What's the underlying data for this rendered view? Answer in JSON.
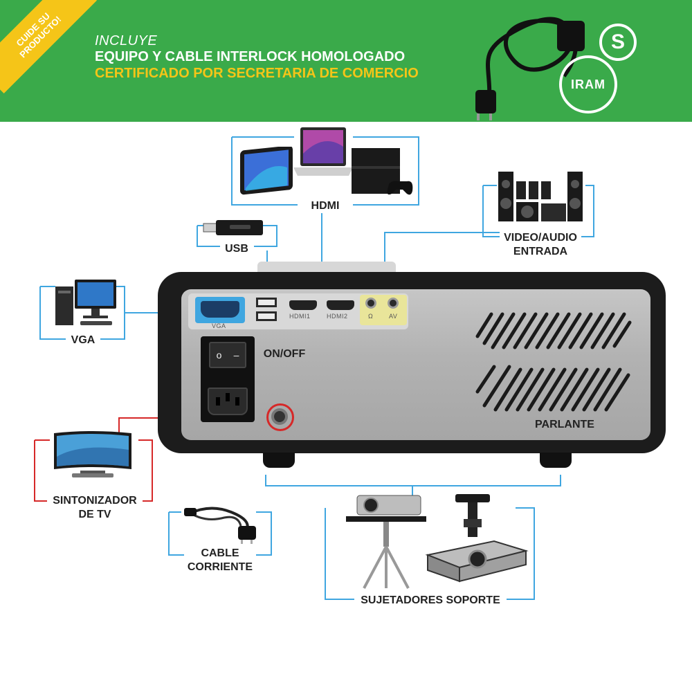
{
  "banner": {
    "ribbon_line1": "CUIDE SU",
    "ribbon_line2": "PRODUCTO!",
    "line1": "INCLUYE",
    "line2": "EQUIPO Y CABLE INTERLOCK HOMOLOGADO",
    "line3": "CERTIFICADO POR SECRETARIA DE COMERCIO",
    "seal_s": "S",
    "seal_iram": "IRAM"
  },
  "labels": {
    "hdmi": "HDMI",
    "usb": "USB",
    "video_audio_1": "VIDEO/AUDIO",
    "video_audio_2": "ENTRADA",
    "vga": "VGA",
    "on_off": "ON/OFF",
    "parlante": "PARLANTE",
    "sintonizador_1": "SINTONIZADOR",
    "sintonizador_2": "DE TV",
    "cable_1": "CABLE",
    "cable_2": "CORRIENTE",
    "sujetadores": "SUJETADORES SOPORTE"
  },
  "ports": {
    "vga": "VGA",
    "hdmi1": "HDMI1",
    "hdmi2": "HDMI2",
    "headphone": "Ω",
    "av": "AV"
  },
  "switch": {
    "off_symbol": "o",
    "on_symbol": "–"
  },
  "colors": {
    "banner_green": "#3aaa4a",
    "highlight_yellow": "#f5c518",
    "connector_blue": "#3fa6e0",
    "tv_red": "#d62828"
  },
  "icons": [
    "power-cord-icon",
    "tablet-icon",
    "laptop-icon",
    "game-console-icon",
    "usb-stick-icon",
    "speaker-system-icon",
    "desktop-pc-icon",
    "television-icon",
    "tripod-stand-icon",
    "ceiling-mount-icon"
  ]
}
